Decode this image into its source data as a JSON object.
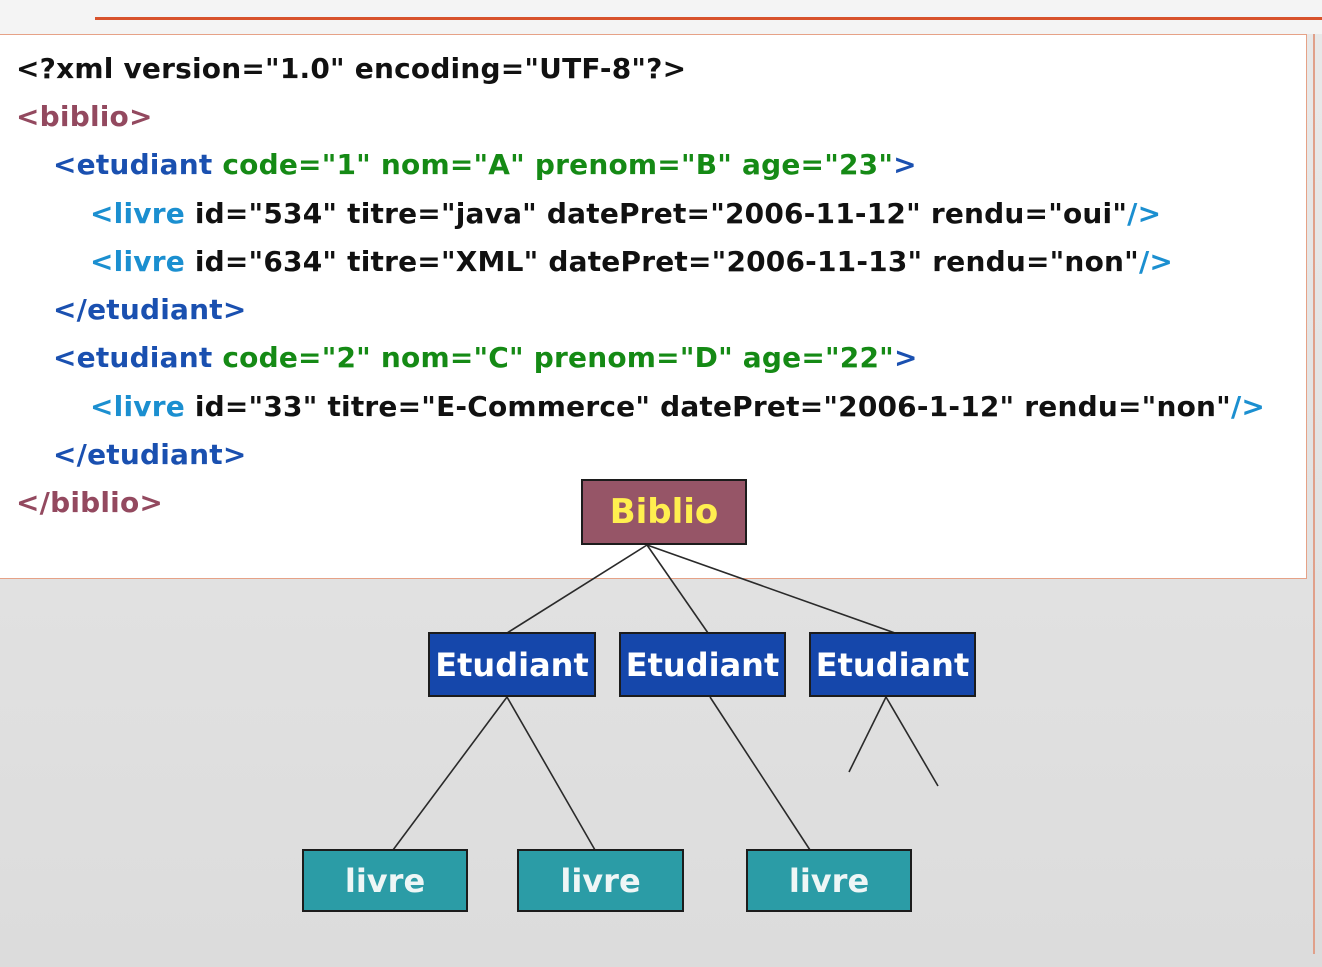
{
  "xml_lines": [
    [
      {
        "t": "<?xml version=\"1.0\" encoding=\"UTF-8\"?>",
        "c": "black"
      }
    ],
    [
      {
        "t": "<biblio>",
        "c": "maroon"
      }
    ],
    [
      {
        "t": "<etudiant ",
        "c": "blue"
      },
      {
        "t": "code=\"1\" nom=\"A\" prenom=\"B\" age=\"23\"",
        "c": "green"
      },
      {
        "t": ">",
        "c": "blue"
      }
    ],
    [
      {
        "t": "<livre ",
        "c": "lblue"
      },
      {
        "t": "id=\"534\" titre=\"java\" datePret=\"2006-11-12\" rendu=\"oui\"",
        "c": "black"
      },
      {
        "t": "/>",
        "c": "lblue"
      }
    ],
    [
      {
        "t": "<livre ",
        "c": "lblue"
      },
      {
        "t": "id=\"634\" titre=\"XML\" datePret=\"2006-11-13\" rendu=\"non\"",
        "c": "black"
      },
      {
        "t": "/>",
        "c": "lblue"
      }
    ],
    [
      {
        "t": "</etudiant>",
        "c": "blue"
      }
    ],
    [
      {
        "t": "<etudiant ",
        "c": "blue"
      },
      {
        "t": "code=\"2\" nom=\"C\" prenom=\"D\" age=\"22\"",
        "c": "green"
      },
      {
        "t": ">",
        "c": "blue"
      }
    ],
    [
      {
        "t": "<livre ",
        "c": "lblue"
      },
      {
        "t": "id=\"33\" titre=\"E-Commerce\" datePret=\"2006-1-12\" rendu=\"non\"",
        "c": "black"
      },
      {
        "t": "/>",
        "c": "lblue"
      }
    ],
    [
      {
        "t": "</etudiant>",
        "c": "blue"
      }
    ],
    [
      {
        "t": "</biblio>",
        "c": "maroon"
      }
    ]
  ],
  "tree": {
    "root": {
      "label": "Biblio"
    },
    "etudiants": [
      {
        "label": "Etudiant"
      },
      {
        "label": "Etudiant"
      },
      {
        "label": "Etudiant"
      }
    ],
    "livres": [
      {
        "label": "livre"
      },
      {
        "label": "livre"
      },
      {
        "label": "livre"
      }
    ]
  },
  "colors": {
    "accent_rule": "#d8532c",
    "root_fill": "#965567",
    "root_text": "#ffef4f",
    "etudiant_fill": "#1547ab",
    "livre_fill": "#2b9ca6",
    "xml_maroon": "#93495f",
    "xml_blue": "#1a50b0",
    "xml_green": "#158a15",
    "xml_light_blue": "#1b8fd0"
  }
}
